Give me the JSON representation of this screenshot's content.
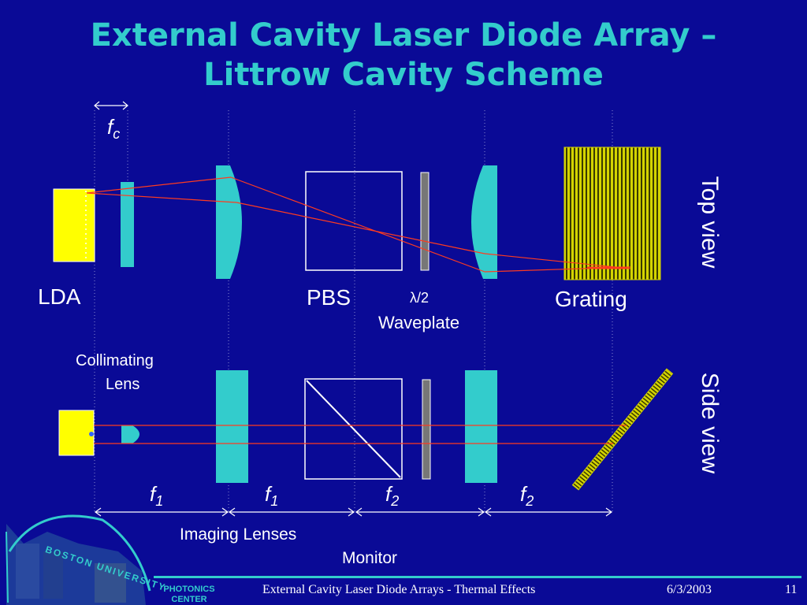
{
  "slide": {
    "title_line1": "External Cavity Laser Diode Array –",
    "title_line2": "Littrow Cavity Scheme"
  },
  "top_view": {
    "view_label": "Top view",
    "fc_symbol": "f",
    "fc_subscript": "c",
    "lda_label": "LDA",
    "pbs_label": "PBS",
    "waveplate_label_line1": "λ/2",
    "waveplate_label_line2": "Waveplate",
    "grating_label": "Grating"
  },
  "side_view": {
    "view_label": "Side view",
    "collimating_lens_line1": "Collimating",
    "collimating_lens_line2": "Lens",
    "f1_symbol": "f",
    "f1_subscript": "1",
    "f2_symbol": "f",
    "f2_subscript": "2",
    "imaging_lenses_label": "Imaging Lenses",
    "monitor_label": "Monitor"
  },
  "logo": {
    "university_text": "BOSTON UNIVERSITY",
    "center_line1": "PHOTONICS",
    "center_line2": "CENTER"
  },
  "footer": {
    "presentation_title": "External Cavity Laser Diode Arrays - Thermal Effects",
    "date": "6/3/2003",
    "slide_number": "11"
  },
  "colors": {
    "background": "#0a0a96",
    "accent": "#33cccc",
    "beam": "#ff3b1f",
    "lda_fill": "#ffff00",
    "grating_fill": "#d4d400"
  }
}
